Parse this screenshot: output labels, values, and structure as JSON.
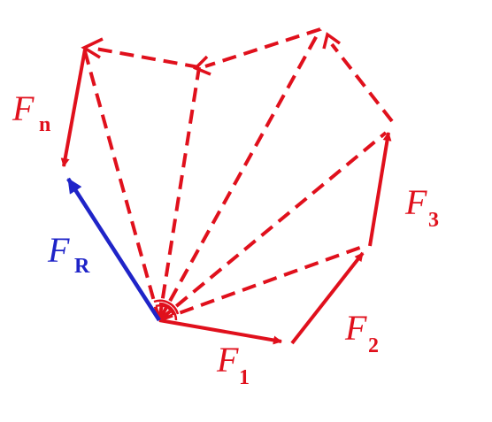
{
  "colors": {
    "force": "#e0101c",
    "resultant": "#1f24c8"
  },
  "labels": {
    "fn": {
      "main": "F",
      "sub": "n"
    },
    "fr": {
      "main": "F",
      "sub": "R"
    },
    "f1": {
      "main": "F",
      "sub": "1"
    },
    "f2": {
      "main": "F",
      "sub": "2"
    },
    "f3": {
      "main": "F",
      "sub": "3"
    }
  }
}
